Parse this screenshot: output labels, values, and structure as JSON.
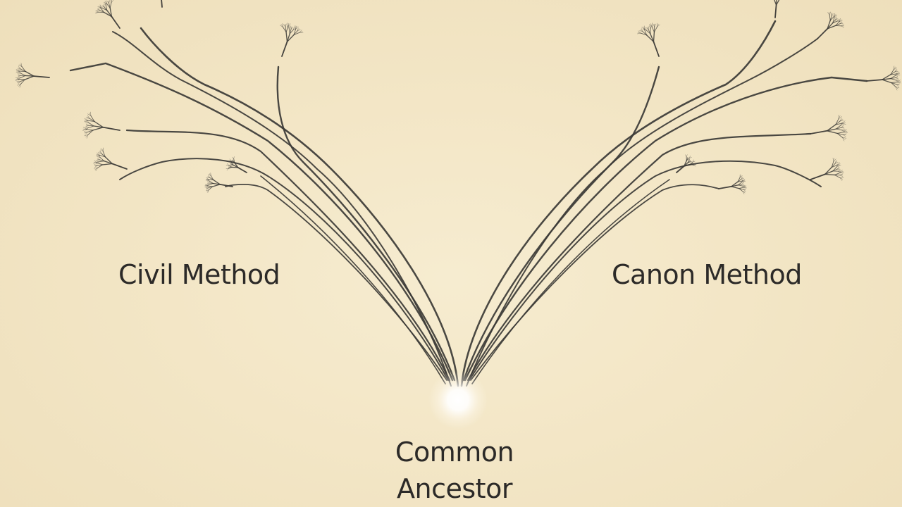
{
  "diagram": {
    "left_branch_label": "Civil Method",
    "right_branch_label": "Canon Method",
    "root_label_line1": "Common",
    "root_label_line2": "Ancestor",
    "colors": {
      "background": "#f3e6c6",
      "branch": "#3b3936",
      "text": "#2c2a28",
      "glow": "#ffffff"
    },
    "icons": [
      "tree-branch",
      "glow-node"
    ]
  }
}
